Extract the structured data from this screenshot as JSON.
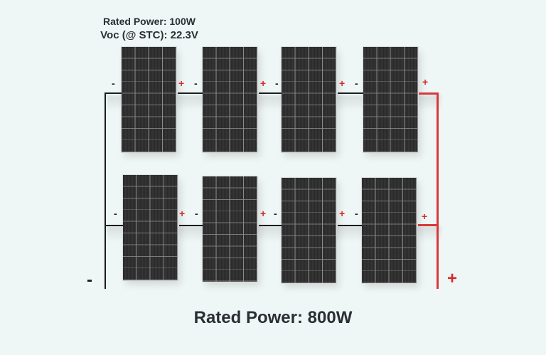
{
  "panel_spec": {
    "rated_power": "Rated Power: 100W",
    "voc": "Voc (@ STC): 22.3V"
  },
  "array": {
    "rows": 2,
    "panels_per_row": 4,
    "total_panels": 8,
    "configuration": "two series strings of 4 panels connected in parallel"
  },
  "terminals": {
    "panel_negative": "-",
    "panel_positive": "+",
    "array_negative": "-",
    "array_positive": "+"
  },
  "summary": {
    "total_rated_power": "Rated Power: 800W"
  },
  "colors": {
    "background": "#eff7f6",
    "negative_wire": "#1c1c1c",
    "positive_wire": "#d9373a",
    "plus_sign": "#d12b2f",
    "text": "#2b2f33"
  }
}
